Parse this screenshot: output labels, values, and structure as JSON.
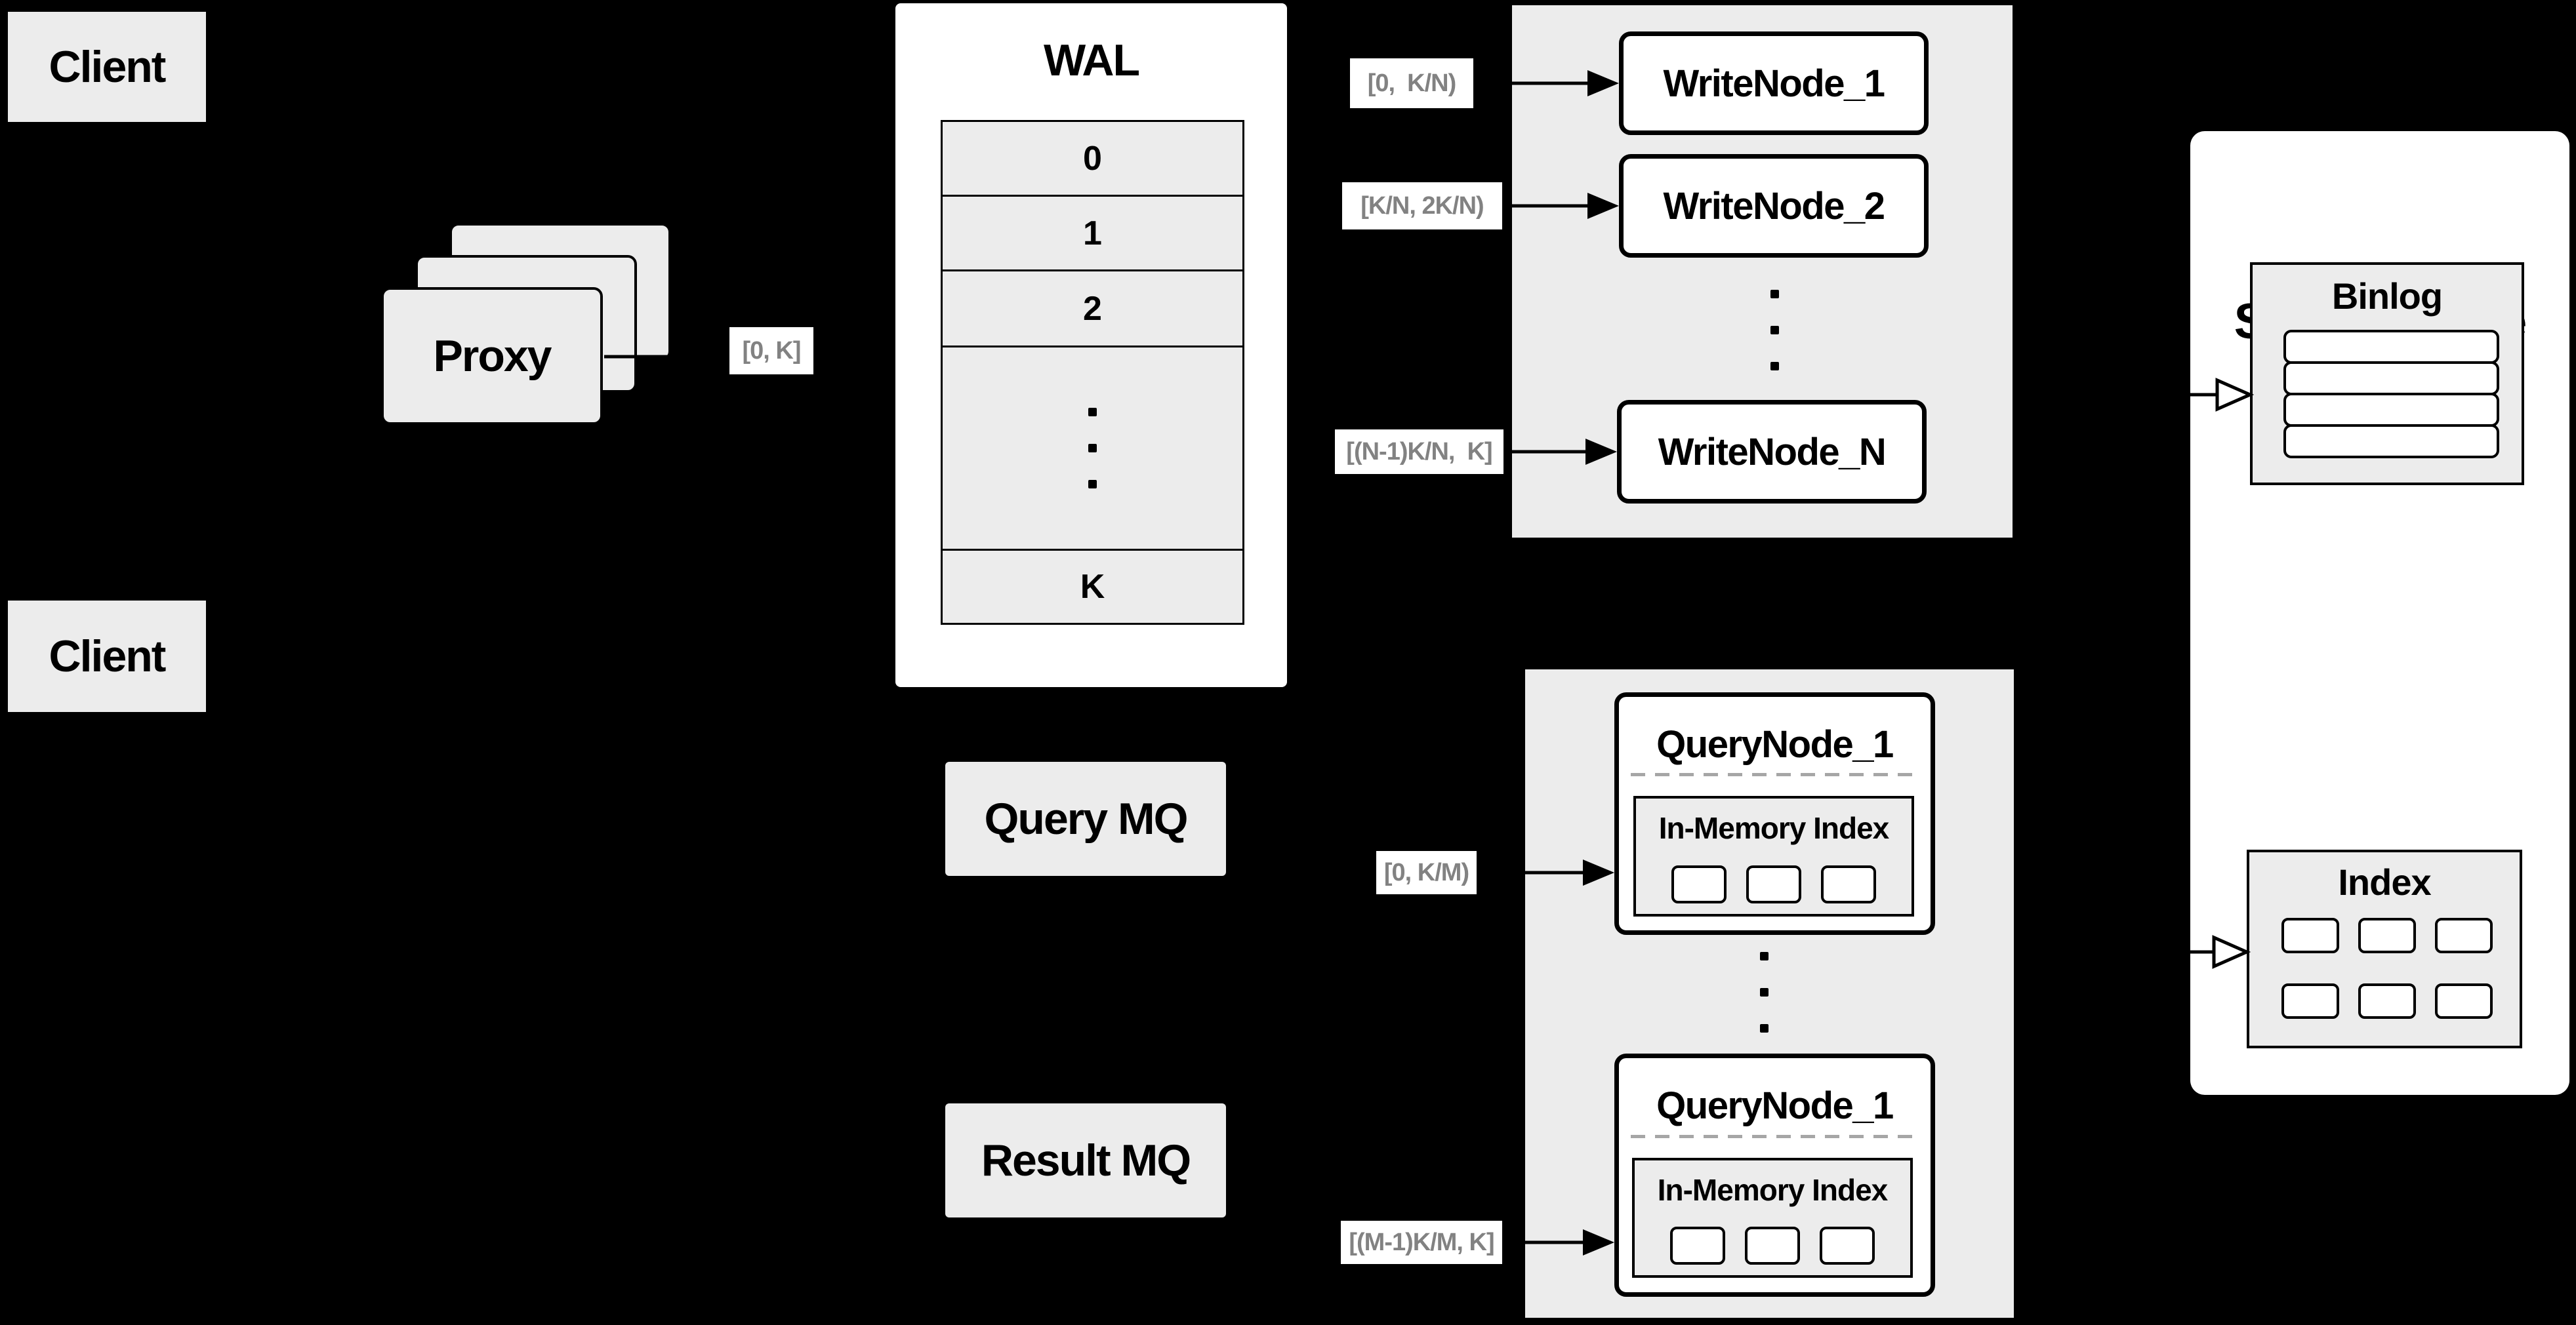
{
  "colors": {
    "background": "#000000",
    "surface_gray": "#ececec",
    "node_white": "#ffffff",
    "line_black": "#000000",
    "range_label_text": "#828282",
    "dashed_separator": "#a6a6a6"
  },
  "icons": {
    "flow_arrow": "solid-right-arrowhead",
    "store_arrow": "hollow-right-arrowhead"
  },
  "clients": {
    "top": "Client",
    "bottom": "Client"
  },
  "proxy": {
    "label": "Proxy"
  },
  "flow_labels": {
    "proxy_to_wal": "[0, K]"
  },
  "wal": {
    "title": "WAL",
    "rows": [
      "0",
      "1",
      "2",
      "K"
    ]
  },
  "write_cluster": {
    "labels": [
      "[0,  K/N)",
      "[K/N, 2K/N)",
      "[(N-1)K/N,  K]"
    ],
    "nodes": [
      "WriteNode_1",
      "WriteNode_2",
      "WriteNode_N"
    ]
  },
  "store_engine": {
    "title": "Store Engine",
    "binlog_title": "Binlog",
    "index_title": "Index"
  },
  "mq": {
    "query": "Query MQ",
    "result": "Result MQ"
  },
  "query_cluster": {
    "labels": [
      "[0, K/M)",
      "[(M-1)K/M, K]"
    ],
    "nodes": [
      {
        "title": "QueryNode_1",
        "index_title": "In-Memory Index"
      },
      {
        "title": "QueryNode_1",
        "index_title": "In-Memory Index"
      }
    ]
  }
}
